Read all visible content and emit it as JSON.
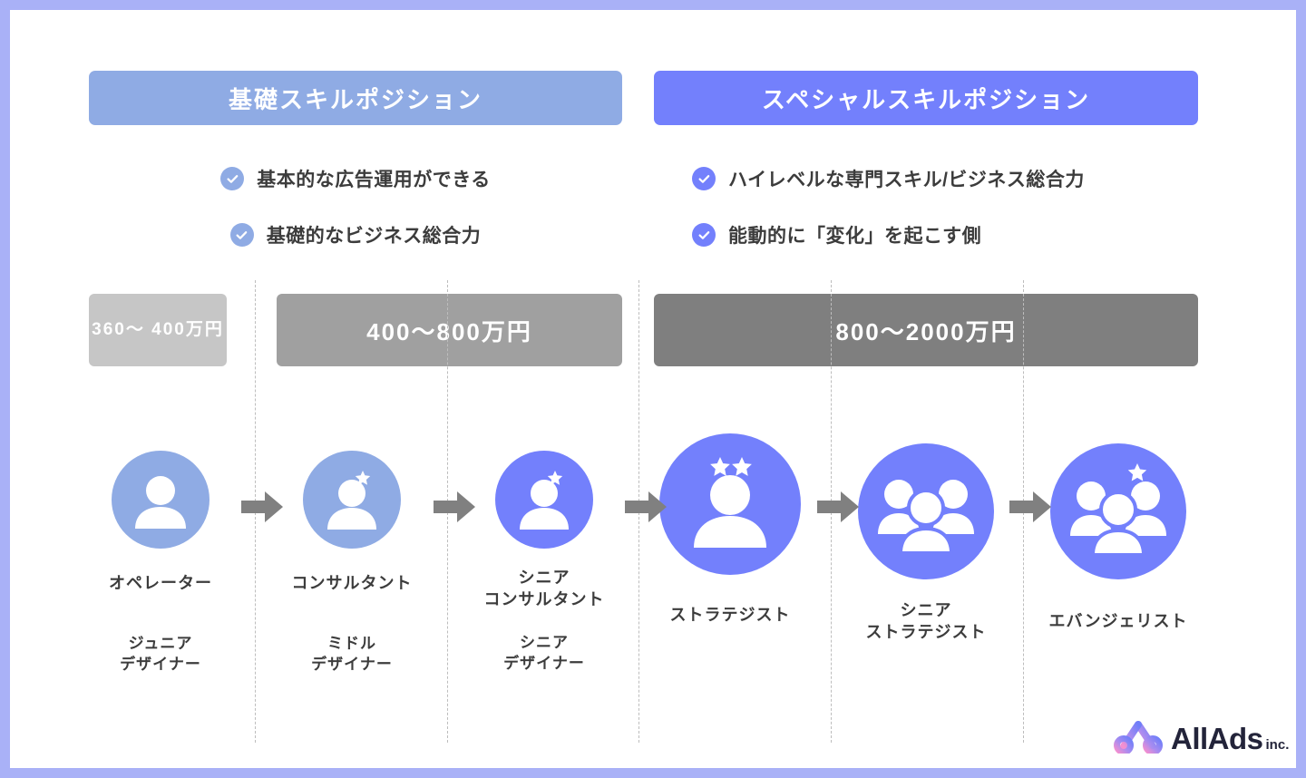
{
  "theme": {
    "frame_border_color": "#a9b1f7",
    "basic_accent": "#8fabe4",
    "special_accent": "#7380fc",
    "salary_light": "#c6c6c6",
    "salary_mid": "#a0a0a0",
    "salary_dark": "#7f7f7f",
    "arrow_color": "#808080",
    "text_color": "#3c3c3c"
  },
  "sections": {
    "basic": {
      "title": "基礎スキルポジション",
      "bullets": [
        {
          "icon": "check-circle-icon",
          "text": "基本的な広告運用ができる"
        },
        {
          "icon": "check-circle-icon",
          "text": "基礎的なビジネス総合力"
        }
      ]
    },
    "special": {
      "title": "スペシャルスキルポジション",
      "bullets": [
        {
          "icon": "check-circle-icon",
          "text": "ハイレベルな専門スキル/ビジネス総合力"
        },
        {
          "icon": "check-circle-icon",
          "text": "能動的に「変化」を起こす側"
        }
      ]
    }
  },
  "salary_bars": [
    {
      "label": "360〜\n400万円",
      "color": "#c6c6c6"
    },
    {
      "label": "400〜800万円",
      "color": "#a0a0a0"
    },
    {
      "label": "800〜2000万円",
      "color": "#7f7f7f"
    }
  ],
  "positions": [
    {
      "icon": "person-icon",
      "avatar_color": "#8fabe4",
      "stars": 0,
      "primary": "オペレーター",
      "secondary": "ジュニア\nデザイナー"
    },
    {
      "icon": "person-star-icon",
      "avatar_color": "#8fabe4",
      "stars": 1,
      "primary": "コンサルタント",
      "secondary": "ミドル\nデザイナー"
    },
    {
      "icon": "person-star-icon",
      "avatar_color": "#7380fc",
      "stars": 1,
      "primary": "シニア\nコンサルタント",
      "secondary": "シニア\nデザイナー"
    },
    {
      "icon": "person-two-star-icon",
      "avatar_color": "#7380fc",
      "stars": 2,
      "primary": "ストラテジスト",
      "secondary": ""
    },
    {
      "icon": "people-group-icon",
      "avatar_color": "#7380fc",
      "stars": 0,
      "primary": "シニア\nストラテジスト",
      "secondary": ""
    },
    {
      "icon": "people-group-star-icon",
      "avatar_color": "#7380fc",
      "stars": 1,
      "primary": "エバンジェリスト",
      "secondary": ""
    }
  ],
  "logo": {
    "mark": "allads-loop-mark",
    "word": "AllAds",
    "suffix": "inc."
  }
}
